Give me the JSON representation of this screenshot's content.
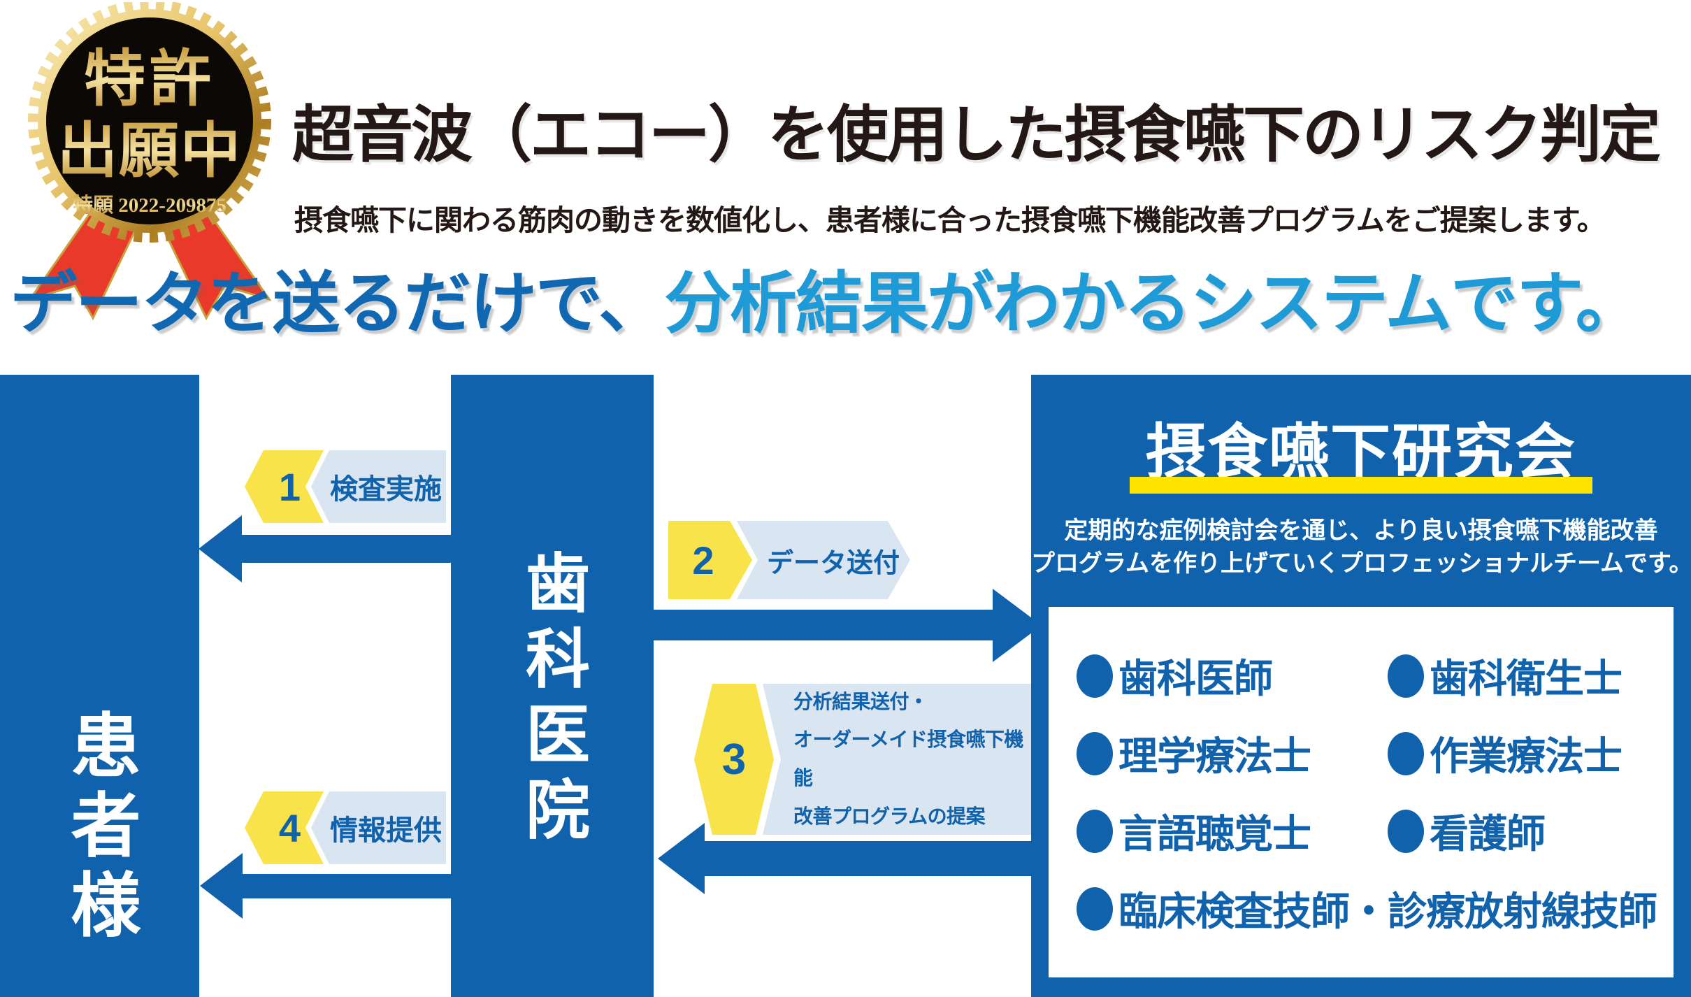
{
  "badge": {
    "line1": "特許",
    "line2": "出願中",
    "number": "特願 2022-209875"
  },
  "header": {
    "title": "超音波（エコー）を使用した摂食嚥下のリスク判定",
    "subtitle": "摂食嚥下に関わる筋肉の動きを数値化し、患者様に合った摂食嚥下機能改善プログラムをご提案します。"
  },
  "headline": {
    "part1": "データを送るだけで、",
    "part2": "分析結果がわかるシステムです。"
  },
  "diagram": {
    "patient_label": "患者様",
    "clinic_label": "歯科医院",
    "steps": [
      {
        "number": "1",
        "label": "検査実施"
      },
      {
        "number": "2",
        "label": "データ送付"
      },
      {
        "number": "3",
        "lines": [
          "分析結果送付・",
          "オーダーメイド摂食嚥下機能",
          "改善プログラムの提案"
        ]
      },
      {
        "number": "4",
        "label": "情報提供"
      }
    ],
    "research": {
      "title": "摂食嚥下研究会",
      "desc_line1": "定期的な症例検討会を通じ、より良い摂食嚥下機能改善",
      "desc_line2": "プログラムを作り上げていくプロフェッショナルチームです。",
      "members": [
        "歯科医師",
        "歯科衛生士",
        "理学療法士",
        "作業療法士",
        "言語聴覚士",
        "看護師",
        "臨床検査技師・診療放射線技師"
      ]
    }
  },
  "colors": {
    "primary_blue": "#1062ad",
    "light_blue": "#d9e5f0",
    "yellow": "#f9e34a",
    "underline_yellow": "#ffe400",
    "headline_blue_dark": "#1068b2",
    "headline_blue_light": "#1e9ad6",
    "title_black": "#231815",
    "ribbon_red": "#e8392b"
  }
}
